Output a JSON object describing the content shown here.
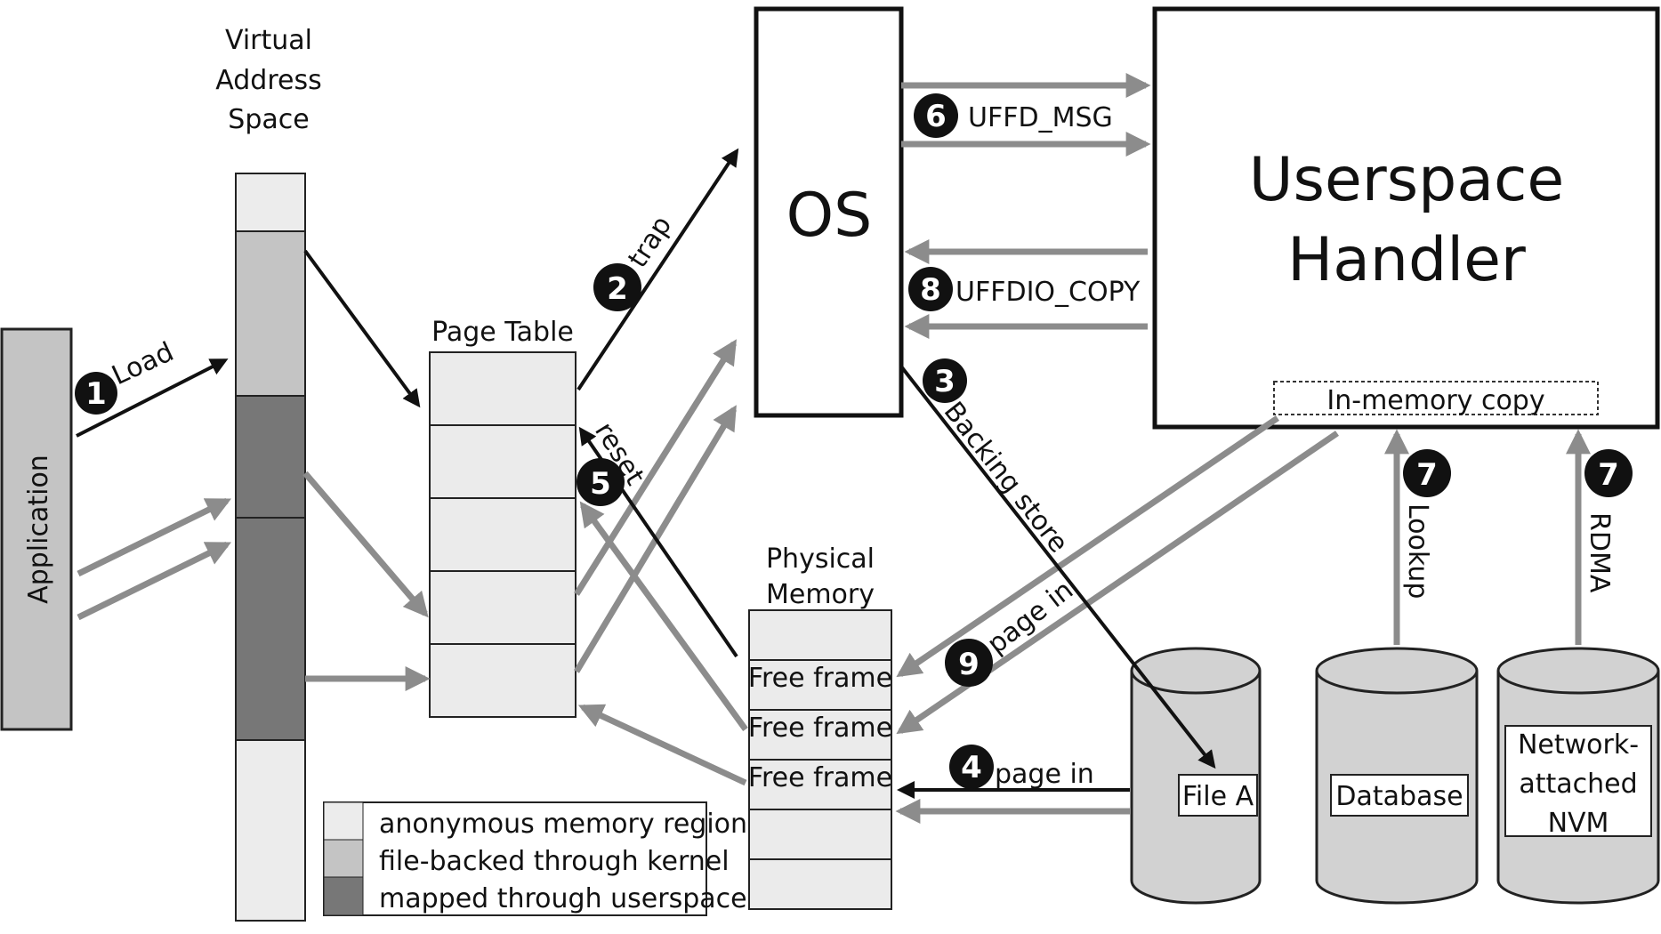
{
  "labels": {
    "virtual_address_space": [
      "Virtual",
      "Address",
      "Space"
    ],
    "application": "Application",
    "page_table": "Page Table",
    "os": "OS",
    "userspace_handler": [
      "Userspace",
      "Handler"
    ],
    "in_memory_copy": "In-memory copy",
    "physical_memory": [
      "Physical",
      "Memory"
    ],
    "free_frame": "Free frame",
    "file_a": "File A",
    "database": "Database",
    "nvm": [
      "Network-",
      "attached",
      "NVM"
    ]
  },
  "steps": [
    {
      "num": "1",
      "label": "Load"
    },
    {
      "num": "2",
      "label": "trap"
    },
    {
      "num": "3",
      "label": "Backing store"
    },
    {
      "num": "4",
      "label": "page in"
    },
    {
      "num": "5",
      "label": "reset"
    },
    {
      "num": "6",
      "label": "UFFD_MSG"
    },
    {
      "num": "7",
      "label": "Lookup"
    },
    {
      "num": "7",
      "label": "RDMA"
    },
    {
      "num": "8",
      "label": "UFFDIO_COPY"
    },
    {
      "num": "9",
      "label": "page in"
    }
  ],
  "legend": [
    {
      "label": "anonymous memory region",
      "color": "#ececec"
    },
    {
      "label": "file-backed through kernel",
      "color": "#c4c4c4"
    },
    {
      "label": "mapped through userspace",
      "color": "#777777"
    }
  ],
  "colors": {
    "black_arrow": "#111111",
    "gray_arrow": "#8c8c8c",
    "box_fill": "#ebebeb",
    "cylinder_fill": "#d2d2d2"
  }
}
